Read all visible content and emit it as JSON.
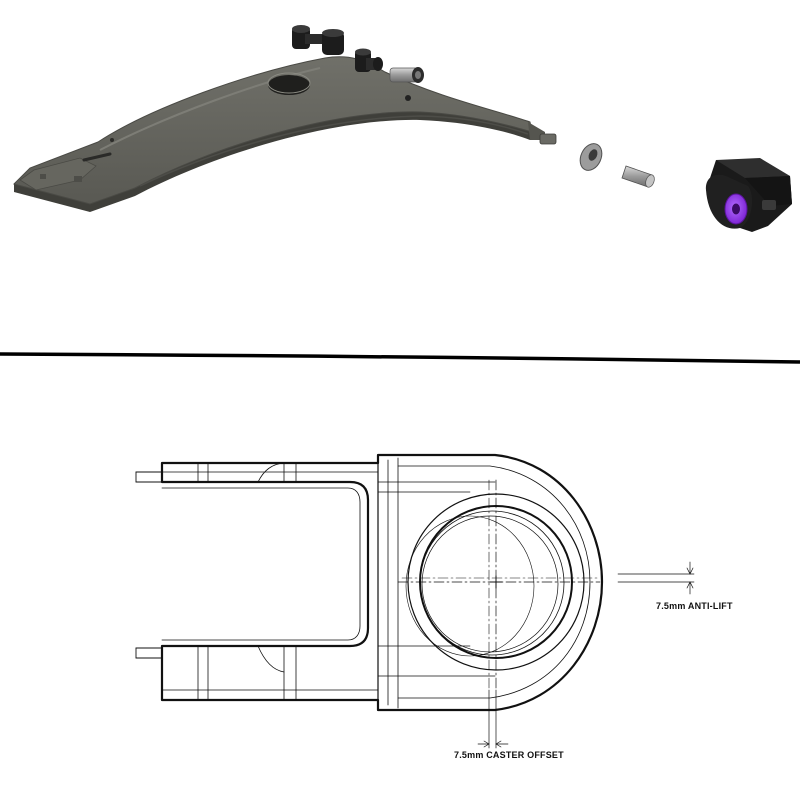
{
  "annotations": {
    "anti_lift": "7.5mm ANTI-LIFT",
    "caster_offset": "7.5mm CASTER OFFSET"
  },
  "colors": {
    "arm": "#5e5e58",
    "arm_shadow": "#3d3d39",
    "hardware_dark": "#1c1c1c",
    "bushing": "#8a2be2",
    "line": "#111111"
  },
  "parts": [
    "control-arm",
    "rubber-bushing",
    "rubber-bushing",
    "metal-sleeve",
    "washer",
    "sleeve",
    "bushing-bracket"
  ]
}
